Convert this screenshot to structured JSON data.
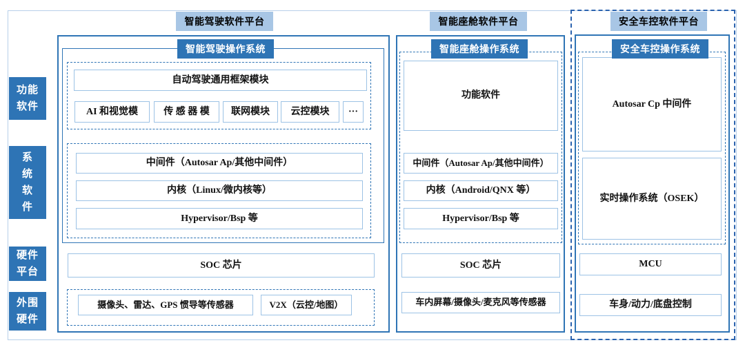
{
  "colors": {
    "accent-dark": "#2e74b5",
    "accent-light": "#a8c6e5",
    "border-light": "#9cc2e5",
    "outer-border": "#b7cfe9",
    "dashed-strong": "#2a62ae",
    "text": "#111111",
    "tab-text": "#ffffff"
  },
  "side_labels": [
    {
      "label": "功能\n软件"
    },
    {
      "label": "系\n统\n软\n件"
    },
    {
      "label": "硬件\n平台"
    },
    {
      "label": "外围\n硬件"
    }
  ],
  "columns": [
    {
      "platform": "智能驾驶软件平台",
      "os": "智能驾驶操作系统",
      "framework": "自动驾驶通用框架模块",
      "modules": [
        "AI 和视觉模",
        "传 感 器 模",
        "联网模块",
        "云控模块",
        "···"
      ],
      "system": [
        "中间件（Autosar Ap/其他中间件）",
        "内核（Linux/微内核等）",
        "Hypervisor/Bsp 等"
      ],
      "hardware": "SOC 芯片",
      "peripherals": [
        "摄像头、雷达、GPS 惯导等传感器",
        "V2X（云控/地图）"
      ]
    },
    {
      "platform": "智能座舱软件平台",
      "os": "智能座舱操作系统",
      "function_software": "功能软件",
      "system": [
        "中间件（Autosar Ap/其他中间件）",
        "内核（Android/QNX 等）",
        "Hypervisor/Bsp 等"
      ],
      "hardware": "SOC 芯片",
      "peripherals": "车内屏幕/摄像头/麦克风等传感器"
    },
    {
      "platform": "安全车控软件平台",
      "os": "安全车控操作系统",
      "middleware": "Autosar Cp 中间件",
      "rtos": "实时操作系统（OSEK）",
      "hardware": "MCU",
      "peripherals": "车身/动力/底盘控制"
    }
  ]
}
